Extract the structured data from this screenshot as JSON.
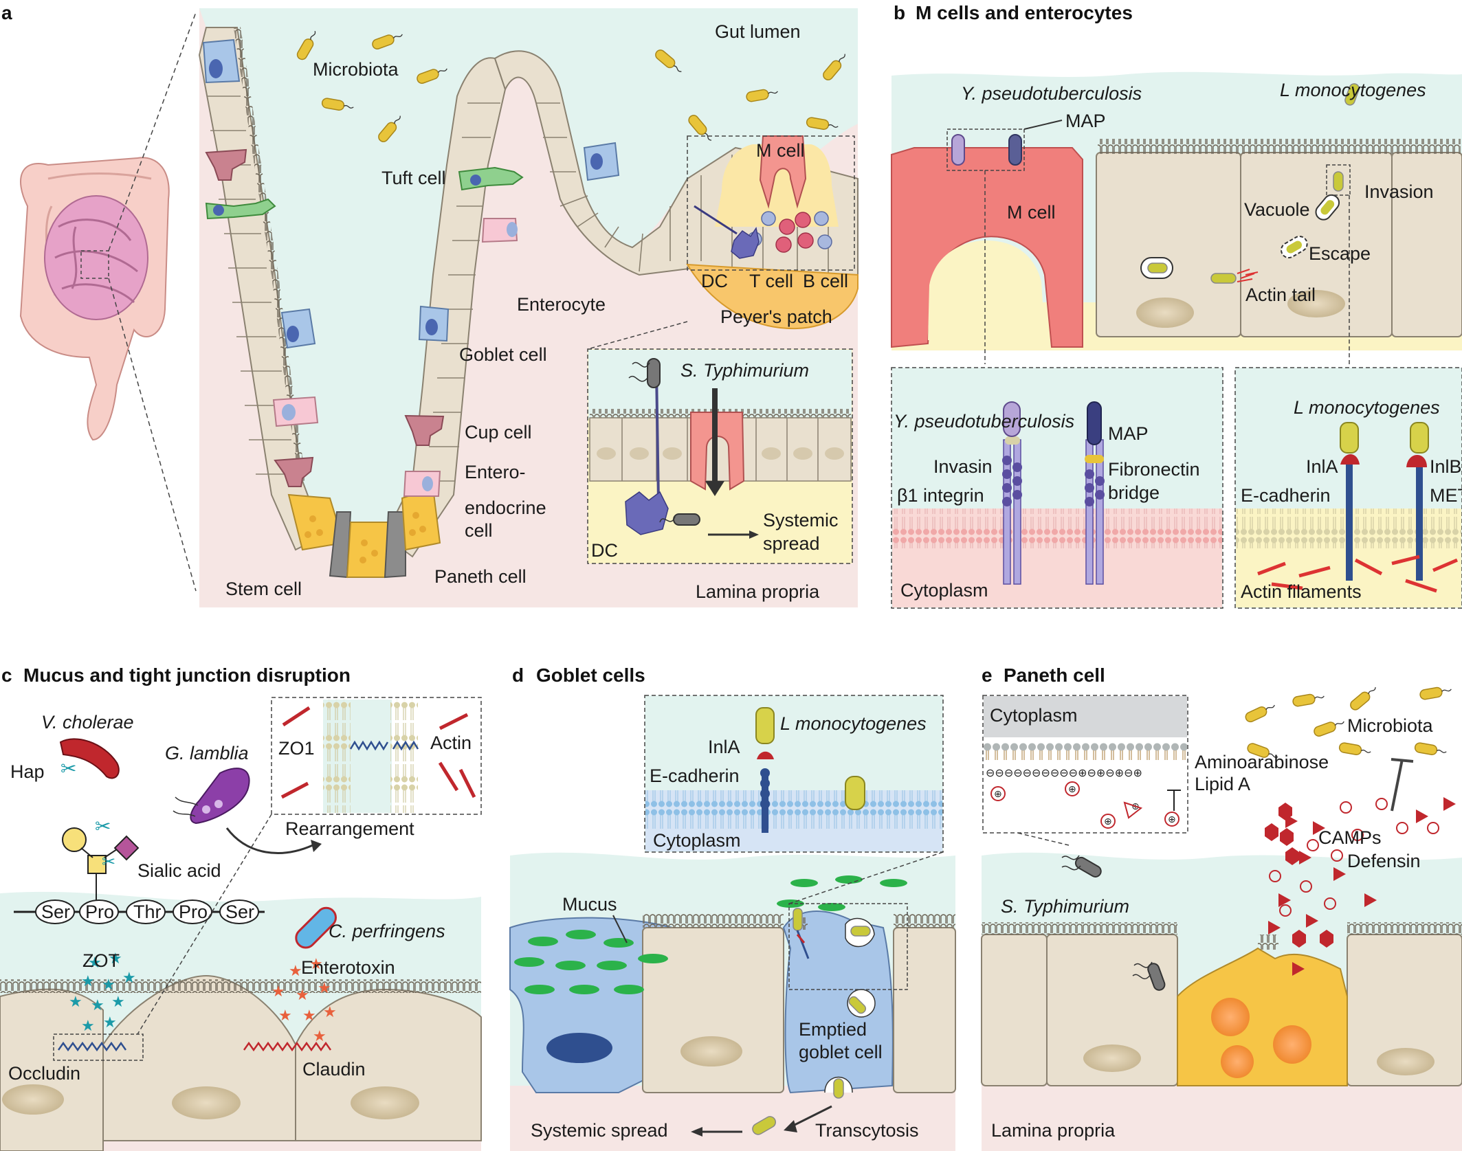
{
  "panel_a": {
    "letter": "a",
    "gut_lumen": "Gut lumen",
    "microbiota": "Microbiota",
    "tuft_cell": "Tuft cell",
    "m_cell": "M cell",
    "enterocyte": "Enterocyte",
    "goblet_cell": "Goblet cell",
    "cup_cell": "Cup cell",
    "enteroendocrine_1": "Entero-",
    "enteroendocrine_2": "endocrine",
    "enteroendocrine_3": "cell",
    "stem_cell": "Stem cell",
    "paneth_cell": "Paneth cell",
    "dc": "DC",
    "t_cell": "T cell",
    "b_cell": "B cell",
    "peyers_patch": "Peyer's patch",
    "s_typhimurium": "S. Typhimurium",
    "dc_inset": "DC",
    "systemic_spread_1": "Systemic",
    "systemic_spread_2": "spread",
    "lamina_propria": "Lamina propria"
  },
  "panel_b": {
    "letter": "b",
    "title": "M cells and enterocytes",
    "y_pseudo": "Y. pseudotuberculosis",
    "map": "MAP",
    "l_mono": "L monocytogenes",
    "m_cell": "M cell",
    "invasion": "Invasion",
    "vacuole": "Vacuole",
    "escape": "Escape",
    "actin_tail": "Actin tail",
    "y_pseudo_2": "Y. pseudotuberculosis",
    "map_2": "MAP",
    "invasin": "Invasin",
    "b1_integrin": "β1 integrin",
    "fibronectin": "Fibronectin",
    "bridge": "bridge",
    "cytoplasm": "Cytoplasm",
    "l_mono_2": "L monocytogenes",
    "inla": "InlA",
    "inlb": "InlB",
    "ecadherin": "E-cadherin",
    "met": "MET",
    "actin_filaments": "Actin filaments"
  },
  "panel_c": {
    "letter": "c",
    "title": "Mucus and tight junction disruption",
    "v_cholerae": "V. cholerae",
    "hap": "Hap",
    "g_lamblia": "G. lamblia",
    "sialic_acid": "Sialic acid",
    "zo1": "ZO1",
    "actin": "Actin",
    "rearrangement": "Rearrangement",
    "aa": [
      "Ser",
      "Pro",
      "Thr",
      "Pro",
      "Ser"
    ],
    "c_perfringens": "C. perfringens",
    "zot": "ZOT",
    "enterotoxin": "Enterotoxin",
    "occludin": "Occludin",
    "claudin": "Claudin"
  },
  "panel_d": {
    "letter": "d",
    "title": "Goblet cells",
    "l_mono": "L monocytogenes",
    "inla": "InlA",
    "ecadherin": "E-cadherin",
    "cytoplasm": "Cytoplasm",
    "mucus": "Mucus",
    "emptied_1": "Emptied",
    "emptied_2": "goblet cell",
    "systemic_spread": "Systemic spread",
    "transcytosis": "Transcytosis"
  },
  "panel_e": {
    "letter": "e",
    "title": "Paneth cell",
    "cytoplasm": "Cytoplasm",
    "aminoarabinose": "Aminoarabinose",
    "lipid_a": "Lipid A",
    "microbiota": "Microbiota",
    "camps": "CAMPs",
    "defensin": "Defensin",
    "s_typhimurium": "S. Typhimurium",
    "lamina_propria": "Lamina propria"
  },
  "colors": {
    "lumen": "#e2f3ef",
    "tissue": "#f6e6e4",
    "cell": "#e9e0cf",
    "cell_stroke": "#8a8170",
    "bacteria": "#e8c43a",
    "mcell": "#f07f7c",
    "goblet": "#a9c6e8",
    "paneth": "#f6c546",
    "peyer": "#f8c66b",
    "tuft": "#8fd08e",
    "cup": "#c9828f"
  }
}
